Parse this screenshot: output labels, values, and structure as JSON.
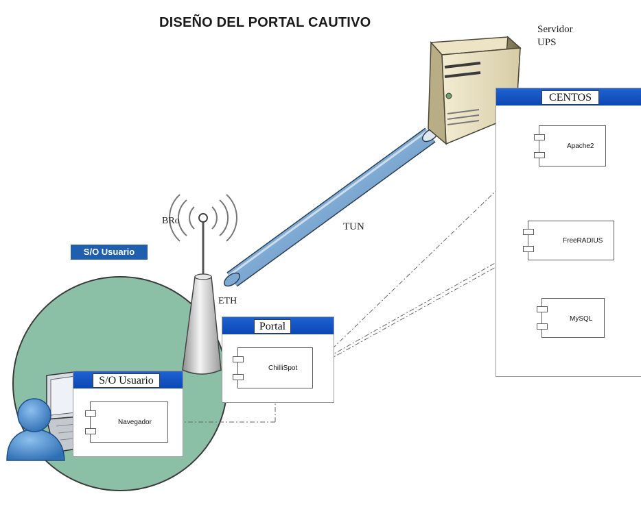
{
  "title": "DISEÑO DEL PORTAL CAUTIVO",
  "server": {
    "line1": "Servidor",
    "line2": "UPS"
  },
  "labels": {
    "bro": "BRo",
    "eth": "ETH",
    "tun": "TUN"
  },
  "badge": "S/O Usuario",
  "centos": {
    "title": "CENTOS",
    "components": {
      "apache": "Apache2",
      "freeradius": "FreeRADIUS",
      "mysql": "MySQL"
    }
  },
  "portal": {
    "title": "Portal",
    "components": {
      "chillispot": "ChilliSpot"
    }
  },
  "usuario": {
    "title": "S/O Usuario",
    "components": {
      "navegador": "Navegador"
    }
  },
  "colors": {
    "package_header": "#0a47b4",
    "badge": "#1f5fae",
    "zone": "#8cc0a6",
    "tunnel": "#8db4d8"
  }
}
